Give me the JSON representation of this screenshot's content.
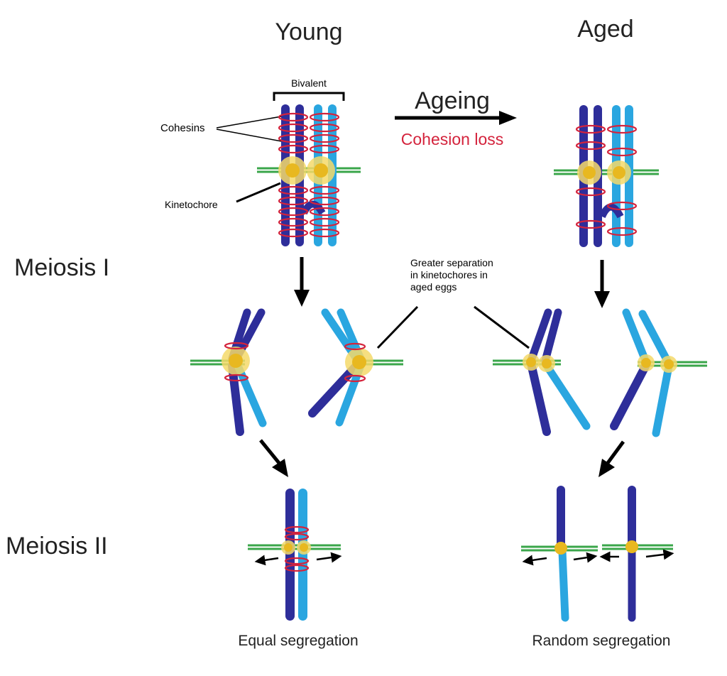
{
  "labels": {
    "young": "Young",
    "aged": "Aged",
    "ageing": "Ageing",
    "cohesion_loss": "Cohesion loss",
    "bivalent": "Bivalent",
    "cohesins": "Cohesins",
    "kinetochore": "Kinetochore",
    "meiosis_i": "Meiosis I",
    "meiosis_ii": "Meiosis II",
    "greater_separation": [
      "Greater separation",
      "in kinetochores in",
      "aged eggs"
    ],
    "equal_segregation": "Equal segregation",
    "random_segregation": "Random segregation"
  },
  "colors": {
    "dark_chromatid": "#2e2e9a",
    "light_chromatid": "#2aa6e0",
    "cohesin": "#d4233c",
    "kinetochore": "#e8b820",
    "kinetochore_halo": "#f5d96a",
    "spindle": "#3aa64a",
    "arrow": "#000000",
    "cohesion_loss_text": "#d4233c"
  }
}
